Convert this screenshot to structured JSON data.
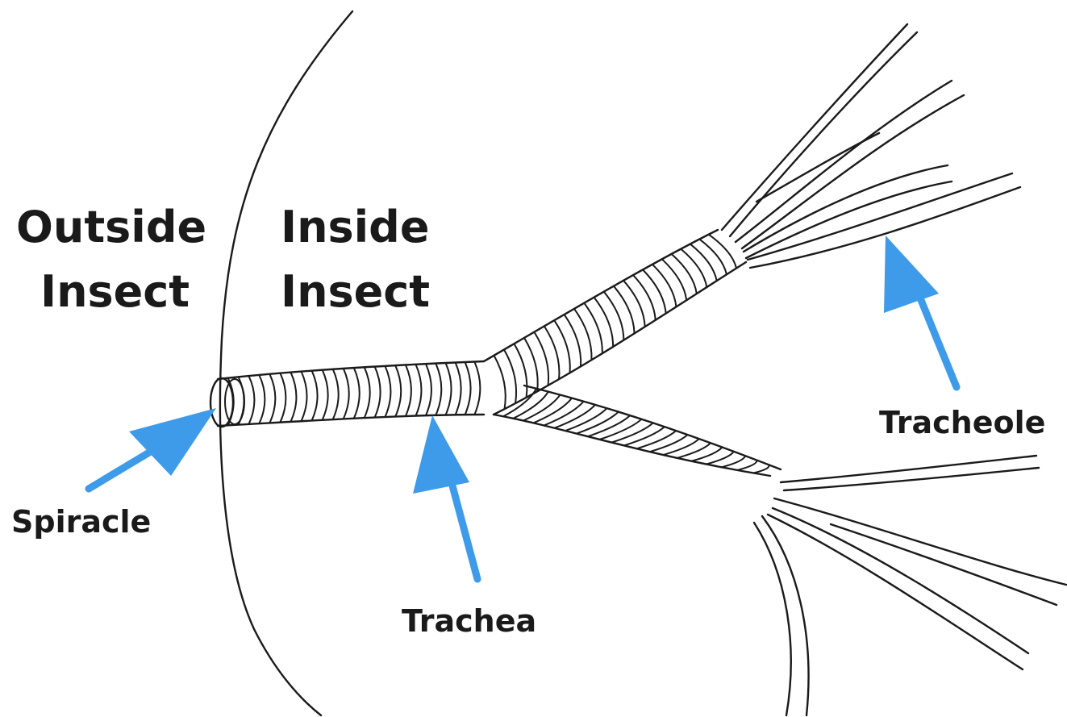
{
  "labels": {
    "outside_line1": "Outside",
    "outside_line2": "Insect",
    "inside_line1": "Inside",
    "inside_line2": "Insect",
    "spiracle": "Spiracle",
    "trachea": "Trachea",
    "tracheole": "Tracheole"
  },
  "colors": {
    "arrow": "#3d9be9",
    "line": "#1a1a1a",
    "background": "#ffffff"
  }
}
